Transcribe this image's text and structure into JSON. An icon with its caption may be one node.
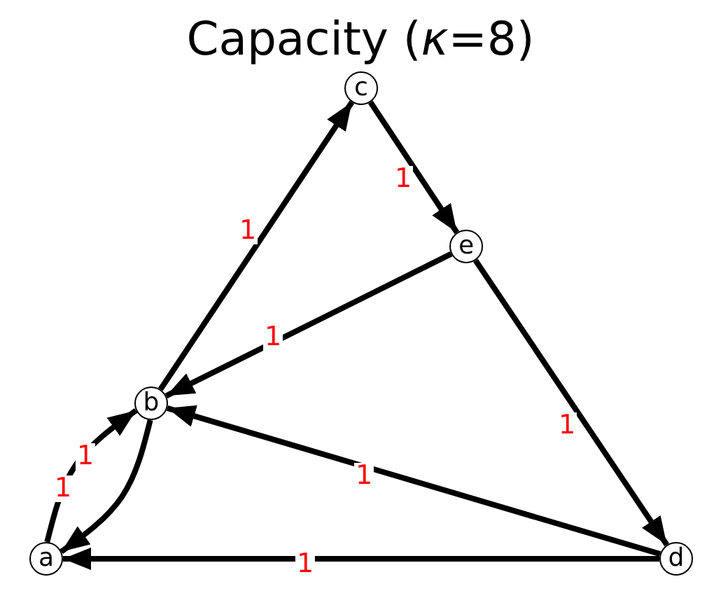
{
  "diagram": {
    "title": "Capacity (*κ*=8)",
    "nodes": [
      {
        "text": [
          "c"
        ]
      },
      {
        "text": [
          "e"
        ]
      },
      {
        "text": [
          "b"
        ]
      },
      {
        "text": [
          "a"
        ]
      },
      {
        "text": [
          "d"
        ]
      }
    ],
    "edges": [
      {
        "from": 3,
        "to": 2,
        "arrow": "to",
        "label": "1"
      },
      {
        "from": 2,
        "to": 3,
        "arrow": "to",
        "label": "1"
      },
      {
        "from": 2,
        "to": 0,
        "arrow": "to",
        "label": "1"
      },
      {
        "from": 0,
        "to": 1,
        "arrow": "to",
        "label": "1"
      },
      {
        "from": 1,
        "to": 2,
        "arrow": "to",
        "label": "1"
      },
      {
        "from": 1,
        "to": 4,
        "arrow": "to",
        "label": "1"
      },
      {
        "from": 4,
        "to": 2,
        "arrow": "to",
        "label": "1"
      },
      {
        "from": 4,
        "to": 3,
        "arrow": "to",
        "label": "1"
      }
    ]
  }
}
